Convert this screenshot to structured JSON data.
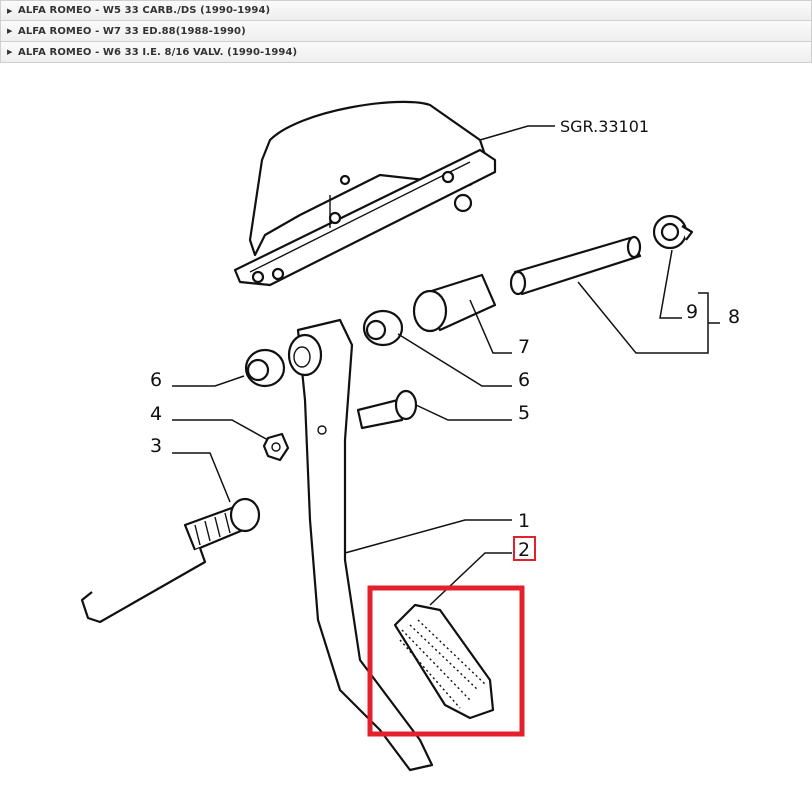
{
  "model_list": [
    {
      "label": "ALFA ROMEO - W5 33 CARB./DS (1990-1994)"
    },
    {
      "label": "ALFA ROMEO - W7 33 ED.88(1988-1990)"
    },
    {
      "label": "ALFA ROMEO - W6 33 I.E. 8/16 VALV. (1990-1994)"
    }
  ],
  "diagram": {
    "reference": "SGR.33101",
    "callouts": [
      {
        "number": "1"
      },
      {
        "number": "2"
      },
      {
        "number": "3"
      },
      {
        "number": "4"
      },
      {
        "number": "5"
      },
      {
        "number": "6"
      },
      {
        "number": "6"
      },
      {
        "number": "7"
      },
      {
        "number": "8"
      },
      {
        "number": "9"
      }
    ],
    "selected_callout": "2",
    "highlight_color": "#e3202b"
  }
}
